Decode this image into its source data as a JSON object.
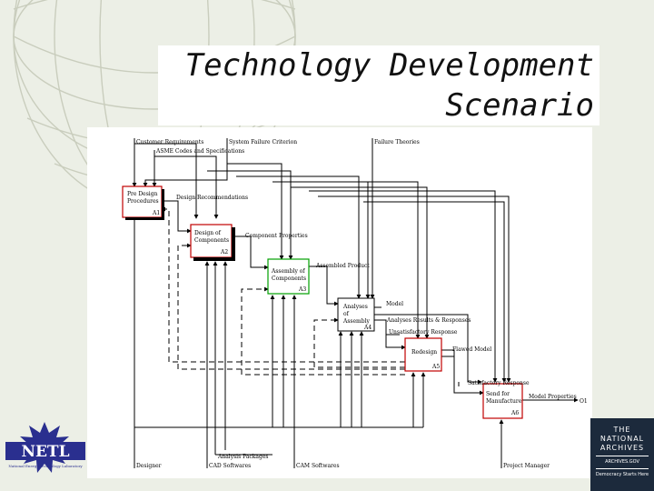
{
  "slide": {
    "title_line1": "Technology Development",
    "title_line2": "Scenario"
  },
  "diagram": {
    "inputs": {
      "customer_requirements": "Customer Requirements",
      "asme_codes": "ASME Codes and Specifications",
      "system_failure_criterion": "System Failure Criterion",
      "failure_theories": "Failure Theories"
    },
    "mechanisms": {
      "designer": "Designer",
      "analysis_packages": "Analysis Packages",
      "cad_softwares": "CAD Softwares",
      "cam_softwares": "CAM Softwares",
      "project_manager": "Project Manager"
    },
    "activities": [
      {
        "line1": "Pre Design",
        "line2": "Procedures",
        "line3": "",
        "id": "A1",
        "color": "#c00000"
      },
      {
        "line1": "Design of",
        "line2": "Components",
        "line3": "",
        "id": "A2",
        "color": "#c00000"
      },
      {
        "line1": "Assembly of",
        "line2": "Components",
        "line3": "",
        "id": "A3",
        "color": "#00a000"
      },
      {
        "line1": "Analyses",
        "line2": "of",
        "line3": "Assembly",
        "id": "A4",
        "color": "#000000"
      },
      {
        "line1": "Redesign",
        "line2": "",
        "line3": "",
        "id": "A5",
        "color": "#c00000"
      },
      {
        "line1": "Send for",
        "line2": "Manufacture",
        "line3": "",
        "id": "A6",
        "color": "#c00000"
      }
    ],
    "flows": {
      "design_recommendations": "Design Recommendations",
      "component_properties": "Component Properties",
      "assembled_product": "Assembled Product",
      "model": "Model",
      "analyses_results": "Analyses Results & Responses",
      "unsatisfactory_response": "Unsatisfactory Response",
      "flawed_model": "Flawed Model",
      "satisfactory_response": "Satisfactory Response",
      "model_properties": "Model Properties",
      "output_code": "O1"
    }
  },
  "logos": {
    "netl": "NETL",
    "netl_tagline": "National Energy Technology Laboratory",
    "archives_line1": "THE",
    "archives_line2": "NATIONAL",
    "archives_line3": "ARCHIVES",
    "archives_line4": "ARCHIVES.GOV",
    "archives_tagline": "Democracy Starts Here"
  }
}
